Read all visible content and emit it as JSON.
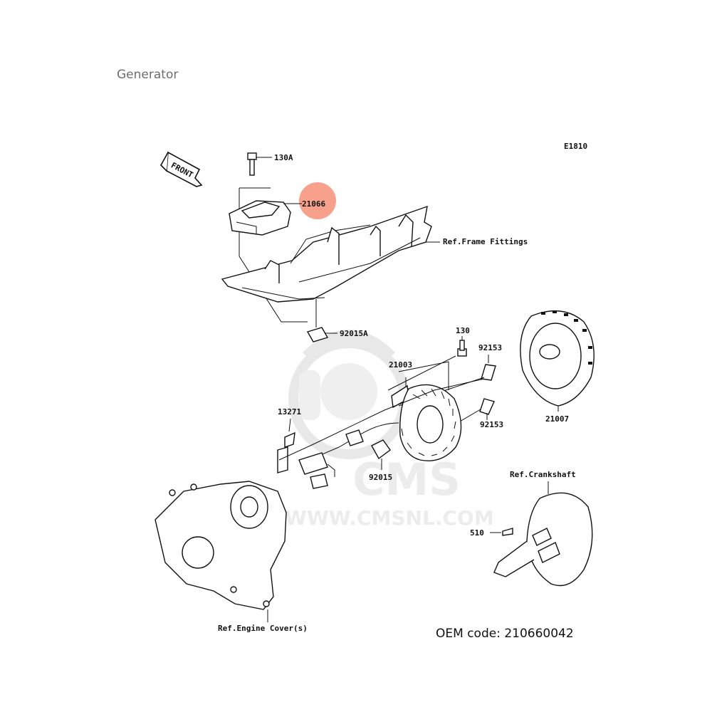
{
  "page_title": "Generator",
  "diagram_code": "E1810",
  "front_arrow_label": "FRONT",
  "highlight_color": "#f7a08c",
  "watermark": {
    "brand": "CMS",
    "url": "WWW.CMSNL.COM"
  },
  "callouts": {
    "bolt_130a": "130A",
    "cover_21066": "21066",
    "frame_ref": "Ref.Frame Fittings",
    "grommet_92015a": "92015A",
    "bolt_130": "130",
    "bolt_92153_upper": "92153",
    "stator_21003": "21003",
    "rotor_21007": "21007",
    "clamp_13271": "13271",
    "bolt_92153_lower": "92153",
    "grommet_92015": "92015",
    "crankshaft_ref": "Ref.Crankshaft",
    "key_510": "510",
    "engine_cover_ref": "Ref.Engine Cover(s)"
  },
  "oem_code": "OEM code: 210660042"
}
